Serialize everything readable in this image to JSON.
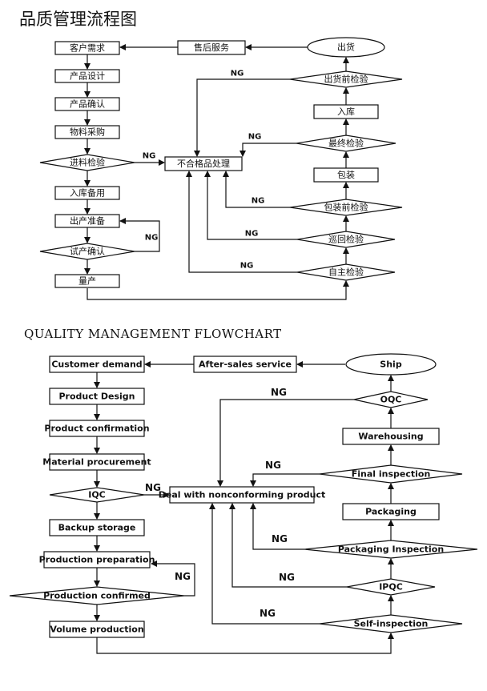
{
  "top": {
    "title": "品质管理流程图",
    "left_column": [
      "客户需求",
      "产品设计",
      "产品确认",
      "物料采购",
      "进料检验",
      "入库备用",
      "出产准备",
      "试产确认",
      "量产"
    ],
    "center": "不合格品处理",
    "after_sales": "售后服务",
    "right_column": [
      "出货",
      "出货前检验",
      "入库",
      "最终检验",
      "包装",
      "包装前检验",
      "巡回检验",
      "自主检验"
    ],
    "ng": "NG"
  },
  "bottom": {
    "title": "QUALITY MANAGEMENT FLOWCHART",
    "left_column": [
      "Customer demand",
      "Product Design",
      "Product confirmation",
      "Material procurement",
      "IQC",
      "Backup storage",
      "Production preparation",
      "Production confirmed",
      "Volume production"
    ],
    "center": "Deal with nonconforming product",
    "after_sales": "After-sales service",
    "right_column": [
      "Ship",
      "OQC",
      "Warehousing",
      "Final inspection",
      "Packaging",
      "Packaging Inspection",
      "IPQC",
      "Self-inspection"
    ],
    "ng": "NG"
  }
}
